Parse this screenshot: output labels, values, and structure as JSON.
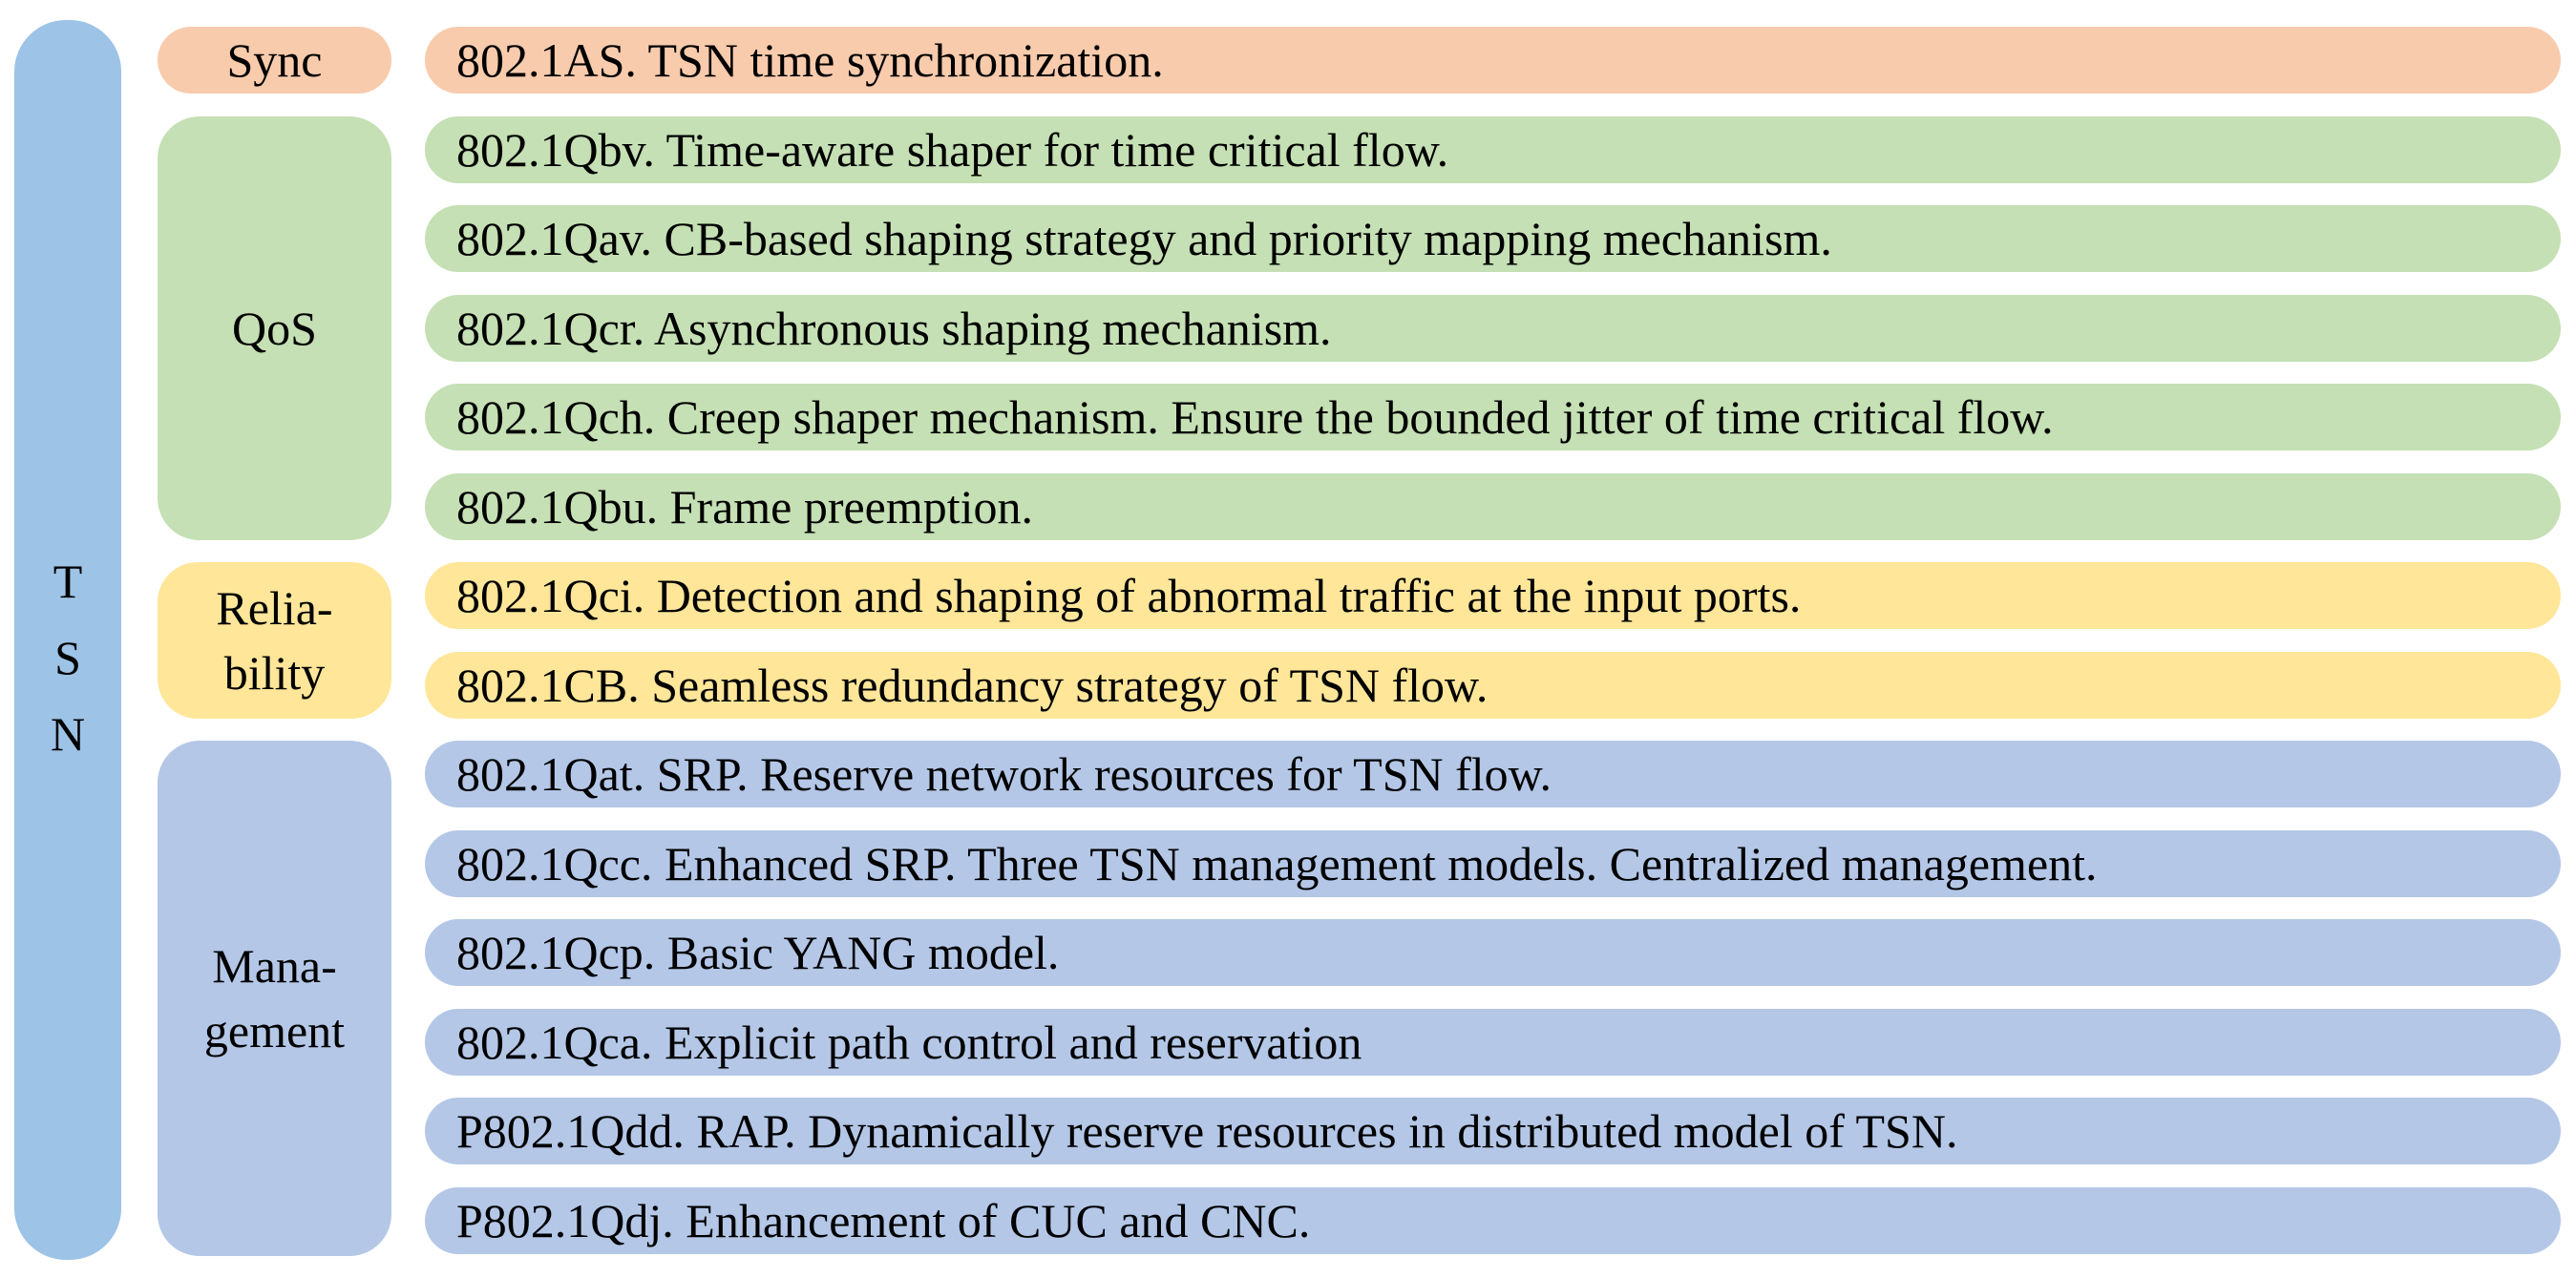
{
  "diagram": {
    "root": {
      "label": "TSN",
      "letters": [
        "T",
        "S",
        "N"
      ],
      "color": "#9DC3E6"
    },
    "colors": {
      "root_bar": "#9DC3E6",
      "sync": "#F8CBAD",
      "qos": "#C5E0B4",
      "reliability": "#FFE699",
      "management": "#B4C7E7",
      "text": "#000000",
      "background": "#FFFFFF"
    },
    "groups": [
      {
        "name": "Sync",
        "label_lines": [
          "Sync"
        ],
        "color": "#F8CBAD",
        "items": [
          "802.1AS. TSN time synchronization."
        ]
      },
      {
        "name": "QoS",
        "label_lines": [
          "QoS"
        ],
        "color": "#C5E0B4",
        "items": [
          "802.1Qbv. Time-aware shaper for time critical flow.",
          "802.1Qav. CB-based shaping strategy and priority mapping mechanism.",
          "802.1Qcr. Asynchronous shaping mechanism.",
          "802.1Qch. Creep shaper mechanism. Ensure the bounded jitter of time critical flow.",
          "802.1Qbu. Frame preemption."
        ]
      },
      {
        "name": "Reliability",
        "label_lines": [
          "Relia-",
          "bility"
        ],
        "color": "#FFE699",
        "items": [
          "802.1Qci. Detection and shaping of abnormal traffic at the input ports.",
          "802.1CB. Seamless redundancy strategy of TSN flow."
        ]
      },
      {
        "name": "Management",
        "label_lines": [
          "Mana-",
          "gement"
        ],
        "color": "#B4C7E7",
        "items": [
          "802.1Qat. SRP. Reserve network resources for TSN flow.",
          "802.1Qcc. Enhanced SRP. Three TSN management models. Centralized management.",
          "802.1Qcp. Basic YANG model.",
          "802.1Qca. Explicit path control and reservation",
          "P802.1Qdd. RAP. Dynamically reserve resources in distributed model of TSN.",
          "P802.1Qdj. Enhancement of CUC and CNC."
        ]
      }
    ]
  }
}
